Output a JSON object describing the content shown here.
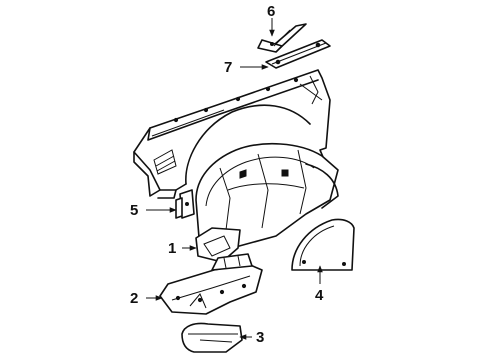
{
  "callouts": [
    {
      "id": "1",
      "label": "1"
    },
    {
      "id": "2",
      "label": "2"
    },
    {
      "id": "3",
      "label": "3"
    },
    {
      "id": "4",
      "label": "4"
    },
    {
      "id": "5",
      "label": "5"
    },
    {
      "id": "6",
      "label": "6"
    },
    {
      "id": "7",
      "label": "7"
    }
  ],
  "colors": {
    "ink": "#111111",
    "background": "#ffffff"
  }
}
